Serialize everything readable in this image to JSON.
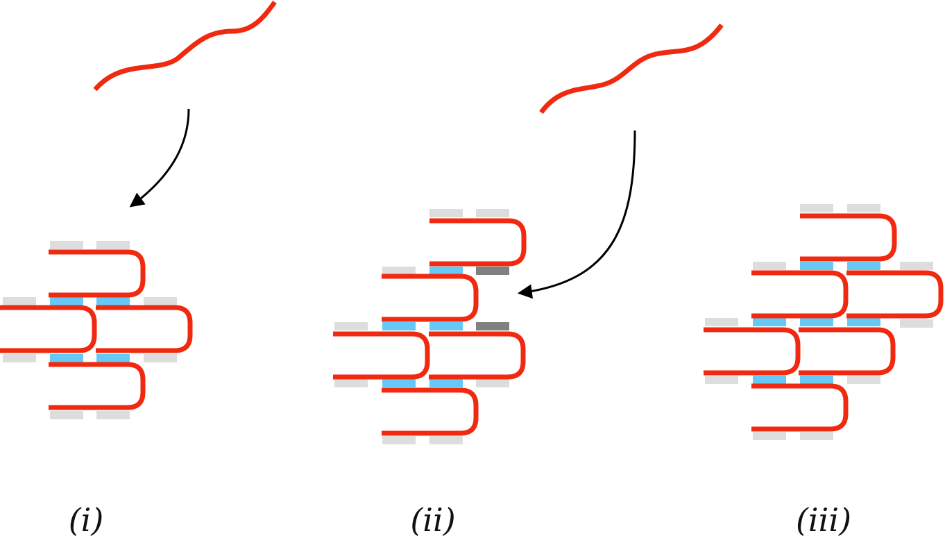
{
  "colors": {
    "strand": "#f02a10",
    "bound_domain": "#66c8f5",
    "free_domain": "#dddddd",
    "exposed_domain": "#808080",
    "arrow": "#000000"
  },
  "panels": [
    {
      "id": "i",
      "caption": "(i)",
      "incoming_strand": true,
      "hairpins": 4,
      "rows": 3
    },
    {
      "id": "ii",
      "caption": "(ii)",
      "incoming_strand": true,
      "hairpins": 5,
      "rows": 4,
      "exposed_domains": 2
    },
    {
      "id": "iii",
      "caption": "(iii)",
      "incoming_strand": false,
      "hairpins": 6,
      "rows": 4
    }
  ]
}
